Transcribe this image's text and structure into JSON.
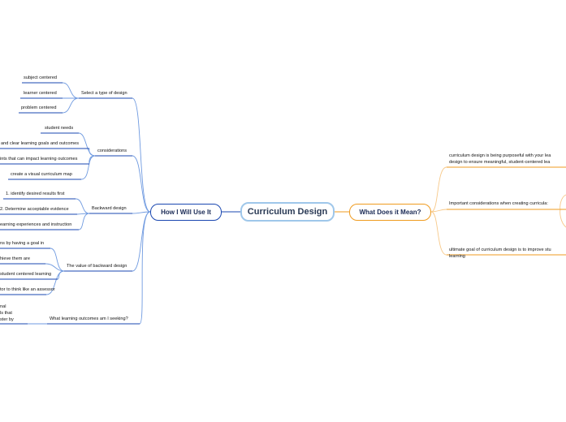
{
  "central": "Curriculum Design",
  "left_main": "How I Will Use It",
  "right_main": "What Does it Mean?",
  "left_branches": {
    "select_type": {
      "label": "Select a type of design",
      "children": [
        "subject centered",
        "learner centered",
        "problem centered"
      ]
    },
    "considerations": {
      "label": "considerations",
      "children": [
        "student needs",
        "and clear learning goals and outcomes",
        "ints that can impact learning outcomes",
        "create a visual curriculum map"
      ]
    },
    "backward_design": {
      "label": "Backward design",
      "children": [
        "1. identify desired results first",
        "2. Determine acceptable evidence",
        "earning experiences and instruction"
      ]
    },
    "value": {
      "label": "The value of backward design",
      "children": [
        "ns by having a goal in",
        "hieve them are",
        "student centered learning",
        "tor to think like an assessor"
      ]
    },
    "outcomes": {
      "label": "What learning outcomes am I seeking?",
      "children": [
        "nal",
        "ls that",
        "ster by"
      ]
    }
  },
  "right_branches": {
    "b1": [
      "curriculum design is being purposeful with your lea",
      "design to ensure meaningful, student-centered lea"
    ],
    "b2": [
      "Important considerations when creating curricula:"
    ],
    "b3": [
      "ultimate goal of curriculum design is to improve stu",
      "learning"
    ]
  },
  "colors": {
    "left": "#1a47b0",
    "left_light": "#6f9ae0",
    "right": "#ef9b1f",
    "central_border": "#9fc7ea"
  }
}
